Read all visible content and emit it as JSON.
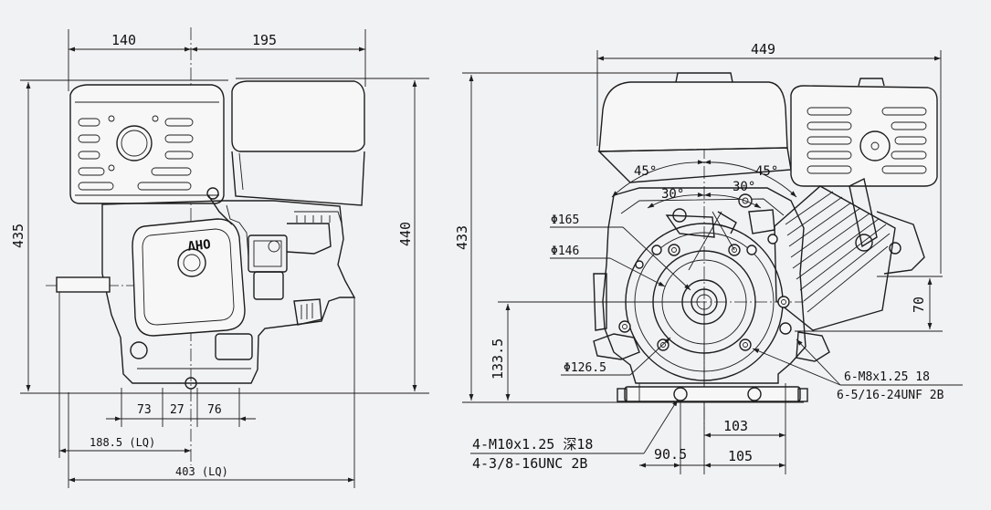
{
  "front_view": {
    "width_left": "140",
    "width_right": "195",
    "height_left": "435",
    "height_right": "440",
    "offset_a": "73",
    "offset_b": "27",
    "offset_c": "76",
    "shaft_lq": "188.5 (LQ)",
    "overall_lq": "403 (LQ)",
    "valve_cover_text": "OHV"
  },
  "side_view": {
    "overall_width": "449",
    "overall_height": "433",
    "shaft_height": "133.5",
    "angle_left_45": "45°",
    "angle_right_45": "45°",
    "angle_left_30": "30°",
    "angle_right_30": "30°",
    "dia_165": "Φ165",
    "dia_146": "Φ146",
    "dia_126": "Φ126.5",
    "side_70": "70",
    "bolt_m8": "6-M8x1.25  18",
    "bolt_unf": "6-5/16-24UNF 2B",
    "bolt_m10": "4-M10x1.25 深18",
    "bolt_unc": "4-3/8-16UNC 2B",
    "base_103": "103",
    "base_90": "90.5",
    "base_105": "105"
  }
}
